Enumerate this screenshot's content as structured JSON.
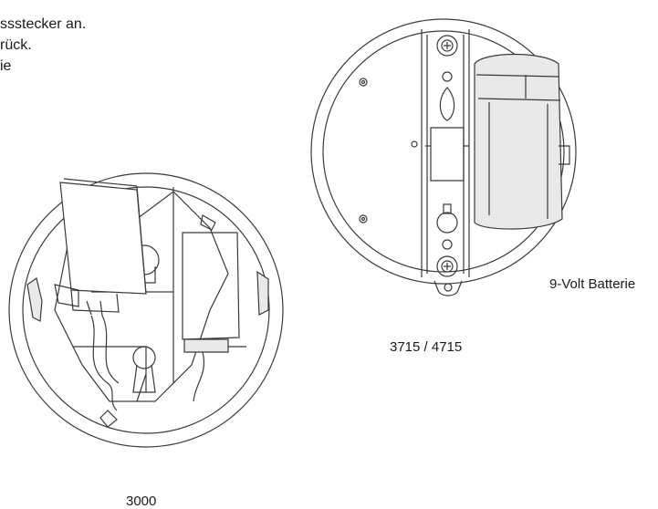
{
  "instructions": {
    "line1": "ssstecker an.",
    "line2": "rück.",
    "line3": "ie"
  },
  "labels": {
    "battery": "9-Volt Batterie",
    "model_right": "3715 / 4715",
    "model_left": "3000"
  },
  "colors": {
    "line": "#3a3a3a",
    "shade": "#e9e9e9"
  }
}
